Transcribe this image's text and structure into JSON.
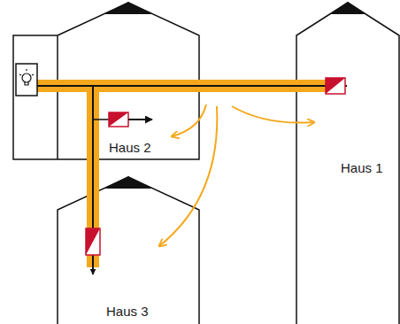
{
  "diagram": {
    "nodes": [
      {
        "text": [
          "Haus 2"
        ]
      },
      {
        "text": [
          "Haus 1"
        ]
      },
      {
        "text": [
          "Haus 3"
        ]
      }
    ],
    "edges": [
      {
        "from": 0,
        "to": 1,
        "arrow": "to"
      },
      {
        "from": 0,
        "to": 2,
        "arrow": "to"
      }
    ]
  }
}
